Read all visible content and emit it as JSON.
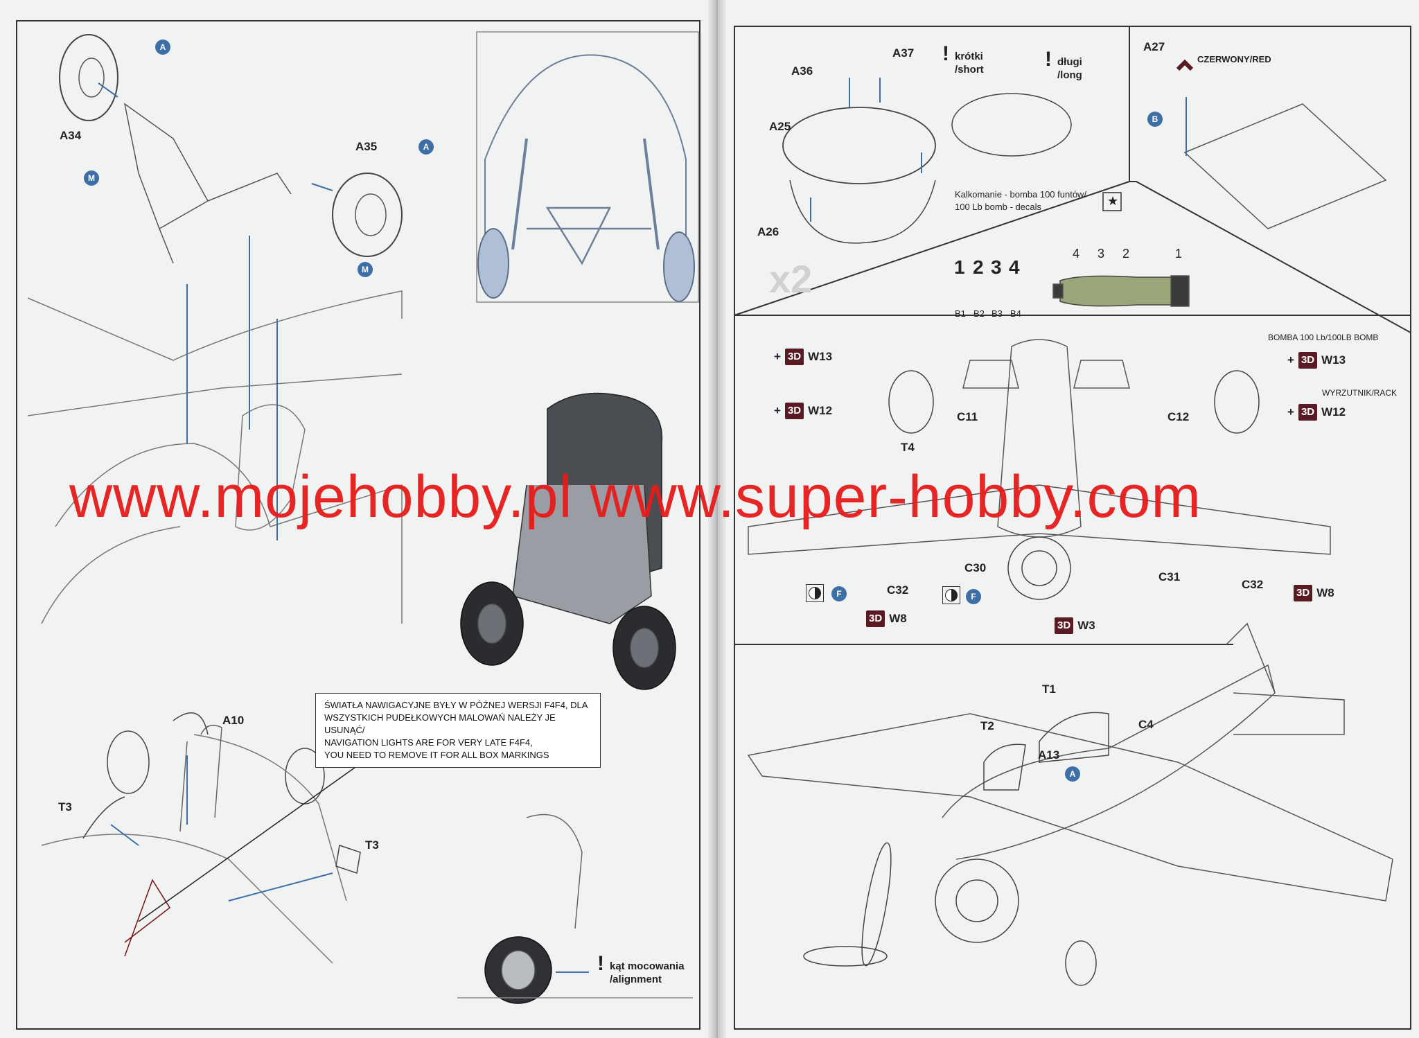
{
  "left_page": {
    "labels": {
      "a34": "A34",
      "a35": "A35",
      "a10": "A10",
      "t3_left": "T3",
      "t3_right": "T3"
    },
    "dots": {
      "a_top": "A",
      "m_top": "M",
      "a_mid": "A",
      "m_mid": "M"
    },
    "note_lines": [
      "ŚWIATŁA NAWIGACYJNE BYŁY W PÓŹNEJ WERSJI F4F4, DLA",
      "WSZYSTKICH PUDEŁKOWYCH MALOWAŃ NALEŻY JE USUNĄĆ/",
      "NAVIGATION LIGHTS ARE FOR VERY LATE F4F4,",
      "YOU NEED TO REMOVE IT FOR ALL BOX MARKINGS"
    ],
    "alignment_note": {
      "line1": "kąt mocowania",
      "line2": "/alignment"
    }
  },
  "right_page": {
    "bomb_panel": {
      "labels": {
        "a36": "A36",
        "a37": "A37",
        "a25": "A25",
        "a26": "A26"
      },
      "multiplier": "x2",
      "short_note": {
        "line1": "krótki",
        "line2": "/short"
      },
      "long_note": {
        "line1": "długi",
        "line2": "/long"
      }
    },
    "flap_panel": {
      "label": "A27",
      "color_note": "CZERWONY/RED",
      "dot": "B"
    },
    "decals": {
      "title_line1": "Kalkomanie - bomba 100 funtów/",
      "title_line2": "100 Lb bomb - decals",
      "numbers": [
        "1",
        "2",
        "3",
        "4"
      ],
      "codes": [
        "B1",
        "B2",
        "B3",
        "B4"
      ],
      "callouts": [
        "4",
        "3",
        "2",
        "1"
      ]
    },
    "underside": {
      "bomb_heading": "BOMBA 100 Lb/100LB BOMB",
      "rack_heading": "WYRZUTNIK/RACK",
      "plus": "+",
      "badge": "3D",
      "w13": "W13",
      "w12": "W12",
      "w8": "W8",
      "w3": "W3",
      "c11": "C11",
      "c12": "C12",
      "t4": "T4",
      "c30": "C30",
      "c31": "C31",
      "c32": "C32",
      "f": "F"
    },
    "final_panel": {
      "t1": "T1",
      "t2": "T2",
      "a13": "A13",
      "c4": "C4",
      "a_dot": "A"
    }
  },
  "watermark": "www.mojehobby.pl www.super-hobby.com",
  "colors": {
    "accent_blue": "#3d6ea6",
    "badge_maroon": "#5a1a22",
    "watermark_red": "#e61b1b",
    "bomb_green": "#9aa57a"
  }
}
